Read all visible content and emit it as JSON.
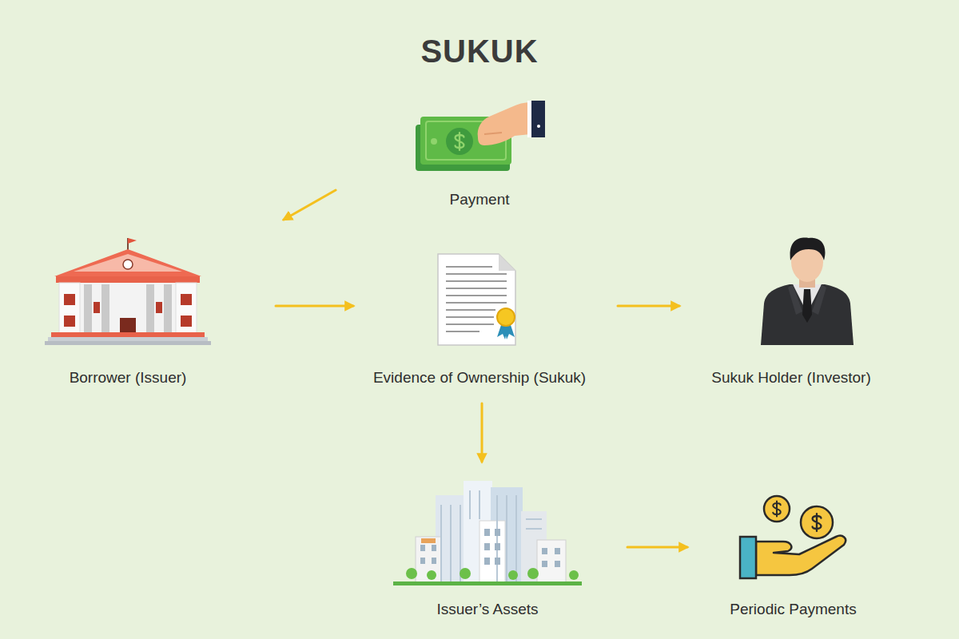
{
  "diagram": {
    "title": "SUKUK",
    "nodes": [
      {
        "text": [
          "Payment"
        ]
      },
      {
        "text": [
          "Borrower (Issuer)"
        ]
      },
      {
        "text": [
          "Evidence of Ownership (Sukuk)"
        ]
      },
      {
        "text": [
          "Sukuk Holder (Investor)"
        ]
      },
      {
        "text": [
          "Issuer’s Assets"
        ]
      },
      {
        "text": [
          "Periodic Payments"
        ]
      }
    ],
    "edges": [
      {
        "from": 0,
        "to": 1,
        "arrow": "to"
      },
      {
        "from": 1,
        "to": 2,
        "arrow": "to"
      },
      {
        "from": 2,
        "to": 3,
        "arrow": "to"
      },
      {
        "from": 2,
        "to": 4,
        "arrow": "to"
      },
      {
        "from": 4,
        "to": 5,
        "arrow": "to"
      }
    ]
  }
}
